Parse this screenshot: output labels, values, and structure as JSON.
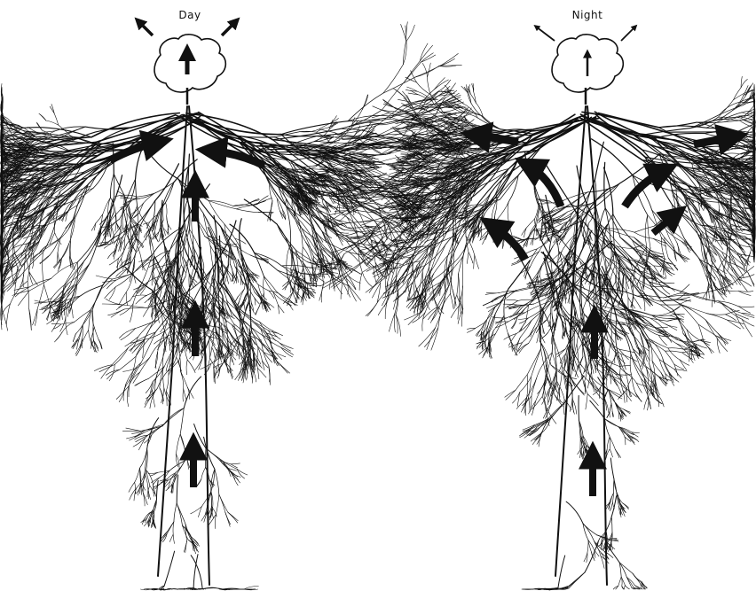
{
  "panels": [
    {
      "id": "day",
      "caption": "Day",
      "flow": "upward"
    },
    {
      "id": "night",
      "caption": "Night",
      "flow": "lateral"
    }
  ]
}
